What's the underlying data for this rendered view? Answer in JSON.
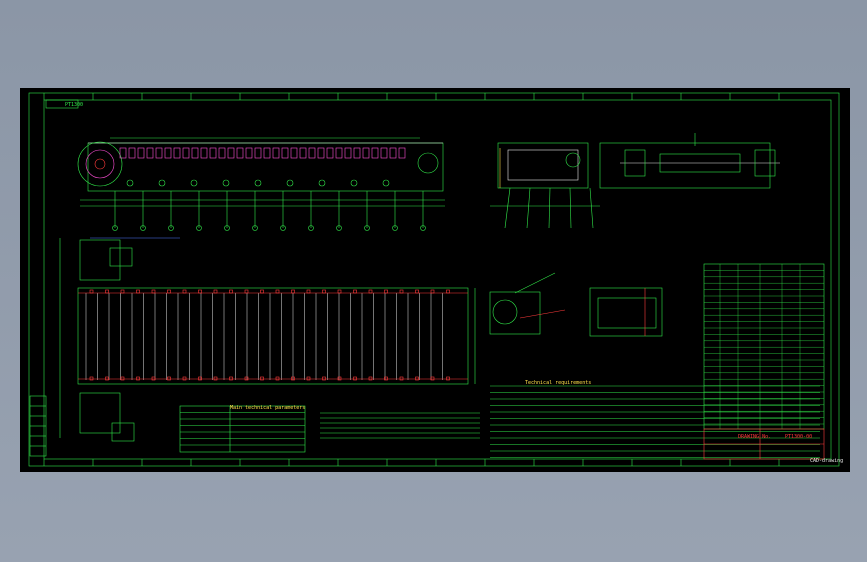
{
  "drawing": {
    "corner_label": "PT1300",
    "tech_notes_heading": "Technical requirements",
    "spec_table_heading": "Main technical parameters",
    "title_block_name": "DRAWING No.",
    "bottom_right_tag": "CAD-drawing",
    "title_block_code": "PT1300-00"
  },
  "colors": {
    "background": "#929dac",
    "sheet": "#000000",
    "frame": "#31e84a",
    "accent_red": "#ff3b3b",
    "accent_magenta": "#ff4fd8",
    "accent_blue": "#4f7bff",
    "accent_yellow": "#ffe04a",
    "accent_white": "#e8e8e8"
  }
}
